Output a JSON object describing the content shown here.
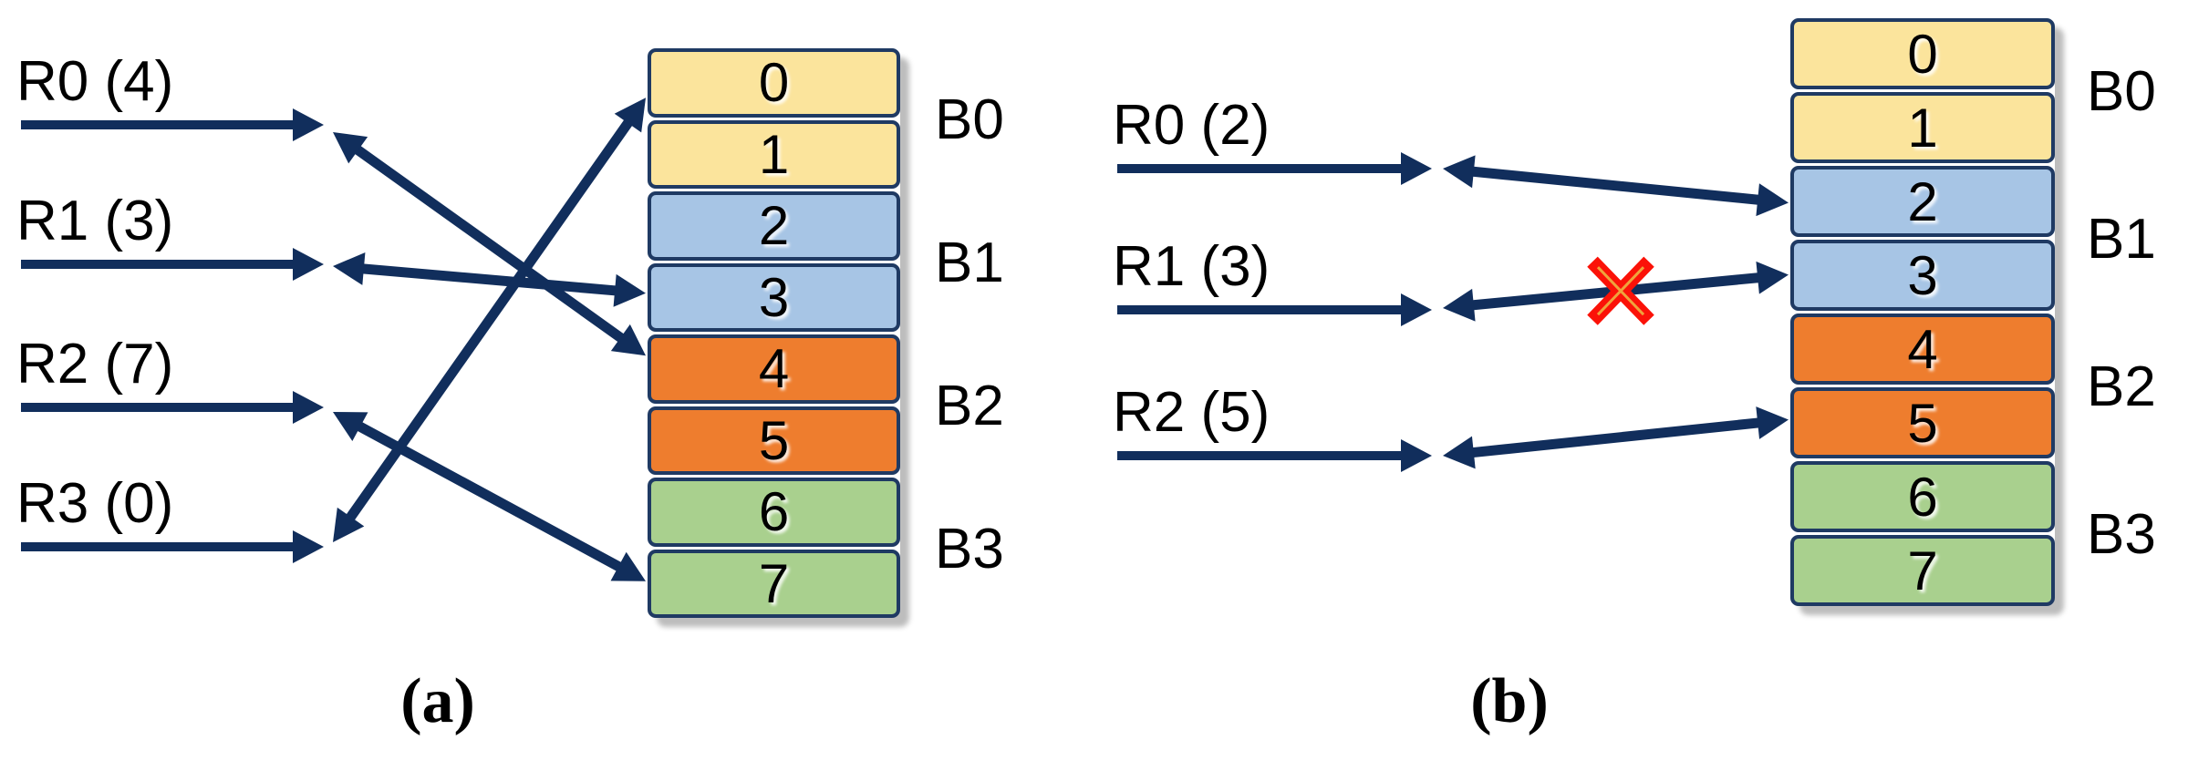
{
  "figure": {
    "panels": [
      {
        "caption": "(a)",
        "requests": [
          {
            "label": "R0 (4)",
            "address": 4
          },
          {
            "label": "R1 (3)",
            "address": 3
          },
          {
            "label": "R2 (7)",
            "address": 7
          },
          {
            "label": "R3 (0)",
            "address": 0
          }
        ],
        "cells": [
          "0",
          "1",
          "2",
          "3",
          "4",
          "5",
          "6",
          "7"
        ],
        "banks": [
          "B0",
          "B1",
          "B2",
          "B3"
        ],
        "conflicts": []
      },
      {
        "caption": "(b)",
        "requests": [
          {
            "label": "R0 (2)",
            "address": 2
          },
          {
            "label": "R1 (3)",
            "address": 3
          },
          {
            "label": "R2 (5)",
            "address": 5
          }
        ],
        "cells": [
          "0",
          "1",
          "2",
          "3",
          "4",
          "5",
          "6",
          "7"
        ],
        "banks": [
          "B0",
          "B1",
          "B2",
          "B3"
        ],
        "conflicts": [
          1
        ]
      }
    ],
    "colors": {
      "arrow": "#112e5c",
      "cell_border": "#1f3a63",
      "cell_colors": [
        "#FBE49C",
        "#FBE49C",
        "#A7C5E5",
        "#A7C5E5",
        "#EE7D2E",
        "#EE7D2E",
        "#A9D08E",
        "#A9D08E"
      ],
      "conflict_red": "#fb1208",
      "conflict_inner": "#efa33c",
      "shadow": "#bdbdbd"
    }
  }
}
